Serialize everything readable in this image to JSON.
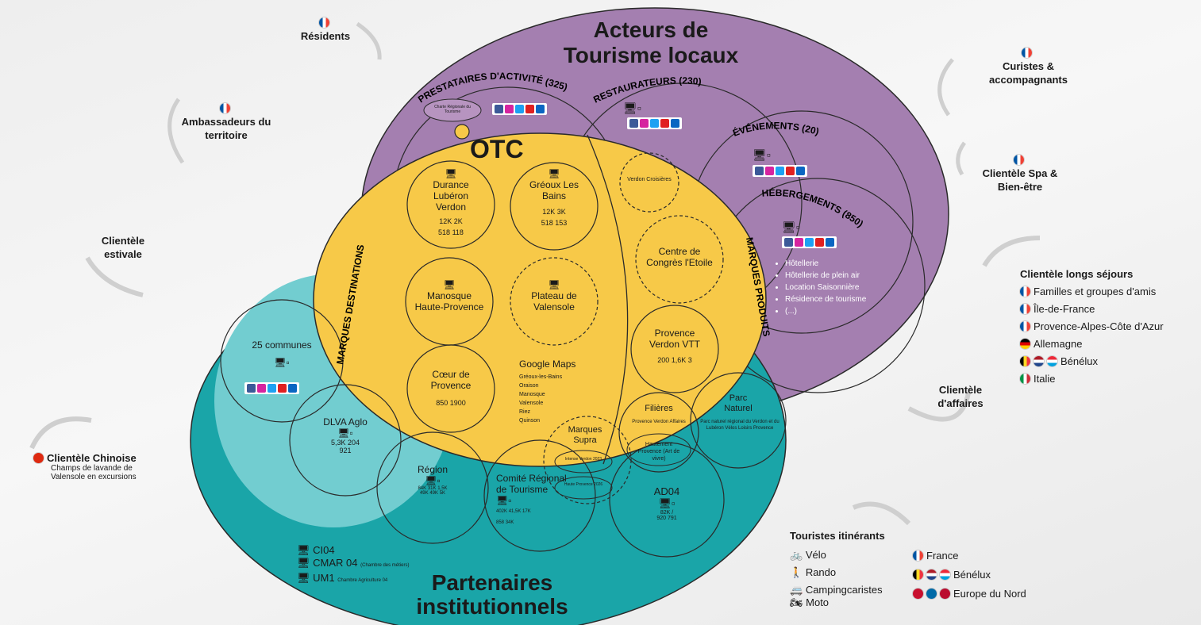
{
  "titles": {
    "acteurs_line1": "Acteurs de",
    "acteurs_line2": "Tourisme locaux",
    "otc": "OTC",
    "partenaires_line1": "Partenaires",
    "partenaires_line2": "institutionnels",
    "marques_destinations": "MARQUES DESTINATIONS",
    "marques_produits": "MARQUES PRODUITS"
  },
  "acteurs": {
    "prestataires": "PRESTATAIRES D'ACTIVITÉ (325)",
    "charte": "Charte Régionale du Tourisme",
    "restaurateurs": "RESTAURATEURS (230)",
    "evenements": "ÉVÉNEMENTS (20)",
    "hebergements": "HÉBERGEMENTS (850)",
    "hebergement_list": [
      "Hôtellerie",
      "Hôtellerie de plein air",
      "Location Saisonnière",
      "Résidence de tourisme",
      "(...)"
    ]
  },
  "otc_destinations": {
    "durance": "Durance Lubéron Verdon",
    "durance_stats": [
      "12K",
      "2K",
      "518",
      "118"
    ],
    "greoux": "Gréoux Les Bains",
    "greoux_stats": [
      "12K",
      "3K",
      "518",
      "153"
    ],
    "manosque": "Manosque Haute-Provence",
    "plateau": "Plateau de Valensole",
    "coeur": "Cœur de Provence",
    "coeur_stats": [
      "850",
      "1900"
    ],
    "google_maps": "Google Maps",
    "gm_list": [
      "Gréoux-les-Bains",
      "Oraison",
      "Manosque",
      "Valensole",
      "Riez",
      "Quinson"
    ]
  },
  "otc_produits": {
    "verdon_croisieres": "Verdon Croisières",
    "centre_congres": "Centre de Congrès l'Etoile",
    "provence_vtt": "Provence Verdon VTT",
    "vtt_stats": [
      "200",
      "1,6K",
      "3"
    ]
  },
  "partenaires": {
    "communes": "25 communes",
    "dlva": "DLVA Aglo",
    "dlva_stats": [
      "5,3K",
      "204",
      "921"
    ],
    "region": "Région",
    "region_stats": [
      "84K",
      "31K",
      "1,5K",
      "49K",
      "49K",
      "5K"
    ],
    "comite": "Comité Régional de Tourisme",
    "comite_stats": [
      "402K",
      "41,5K",
      "17K",
      "858",
      "34K"
    ],
    "ad04": "AD04",
    "ad04_stats": [
      "82K",
      "/",
      "920",
      "791"
    ],
    "marques_supra": "Marques Supra",
    "intense": "Intense Verdon 2023",
    "haute_provence_2026": "Haute Provence 2026",
    "filieres": "Filières",
    "provence_verdon_affaires": "Provence Verdon Affaires",
    "hautement": "Hautement Provence (Art de vivre)",
    "parc": "Parc Naturel",
    "parc_details": "Parc naturel régional du Verdon et du Lubéron Vélos Loisirs Provence",
    "ci04": "CI04",
    "cmar04": "CMAR 04",
    "cmar_detail": "(Chambre des métiers)",
    "um1": "UM1",
    "um1_detail": "Chambre Agriculture 04"
  },
  "audiences": {
    "residents": "Résidents",
    "ambassadeurs": "Ambassadeurs du territoire",
    "estivale": "Clientèle estivale",
    "chinoise": "Clientèle Chinoise",
    "chinoise_detail": "Champs de lavande de Valensole en excursions",
    "curistes": "Curistes & accompagnants",
    "spa": "Clientèle Spa & Bien-être",
    "longs_sejours": "Clientèle longs séjours",
    "affaires": "Clientèle d'affaires"
  },
  "longs_sejours_list": [
    {
      "flag": "fr",
      "label": "Familles et groupes d'amis"
    },
    {
      "flag": "fr",
      "label": "Île-de-France"
    },
    {
      "flag": "fr",
      "label": "Provence-Alpes-Côte d'Azur"
    },
    {
      "flag": "de",
      "label": "Allemagne"
    },
    {
      "flag": "benelux",
      "label": "Bénélux"
    },
    {
      "flag": "it",
      "label": "Italie"
    }
  ],
  "itinerants": {
    "title": "Touristes itinérants",
    "modes": [
      "Vélo",
      "Rando",
      "Campingcaristes",
      "Moto"
    ],
    "origins": [
      "France",
      "Bénélux",
      "Europe du Nord"
    ]
  },
  "colors": {
    "purple": "#a47fb0",
    "yellow": "#f7c948",
    "teal": "#1aa5a8",
    "light_teal": "#72cdd0"
  },
  "icons": [
    "computer-icon",
    "facebook-icon",
    "instagram-icon",
    "twitter-icon",
    "youtube-icon",
    "linkedin-icon",
    "arrow-icon",
    "bike-icon",
    "hiker-icon",
    "camper-icon",
    "moto-icon"
  ]
}
